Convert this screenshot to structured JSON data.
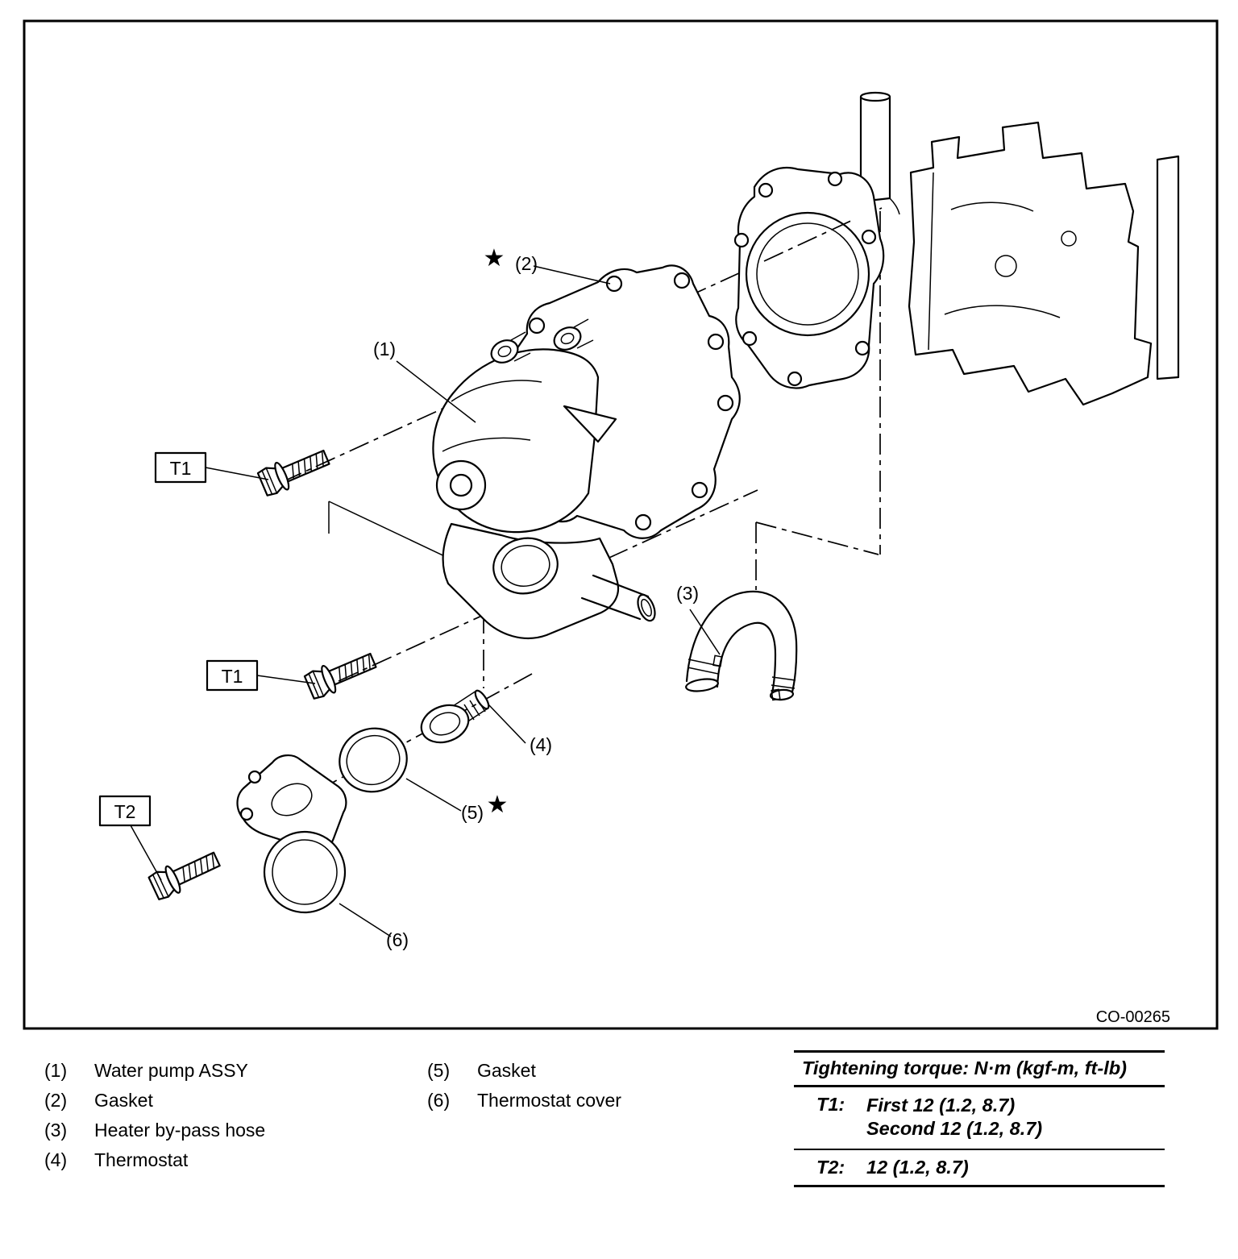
{
  "diagram": {
    "code": "CO-00265",
    "star": "★",
    "callouts": {
      "c1": "(1)",
      "c2": "(2)",
      "c3": "(3)",
      "c4": "(4)",
      "c5": "(5)",
      "c6": "(6)"
    },
    "torque_labels": {
      "t1": "T1",
      "t2": "T2"
    }
  },
  "legend": {
    "items_left": [
      {
        "num": "(1)",
        "label": "Water pump ASSY"
      },
      {
        "num": "(2)",
        "label": "Gasket"
      },
      {
        "num": "(3)",
        "label": "Heater by-pass hose"
      },
      {
        "num": "(4)",
        "label": "Thermostat"
      }
    ],
    "items_right": [
      {
        "num": "(5)",
        "label": "Gasket"
      },
      {
        "num": "(6)",
        "label": "Thermostat cover"
      }
    ]
  },
  "torque_table": {
    "title": "Tightening torque: N·m (kgf-m, ft-lb)",
    "t1_key": "T1:",
    "t1_line1": "First 12 (1.2, 8.7)",
    "t1_line2": "Second 12 (1.2, 8.7)",
    "t2_key": "T2:",
    "t2_value": "12 (1.2, 8.7)"
  }
}
